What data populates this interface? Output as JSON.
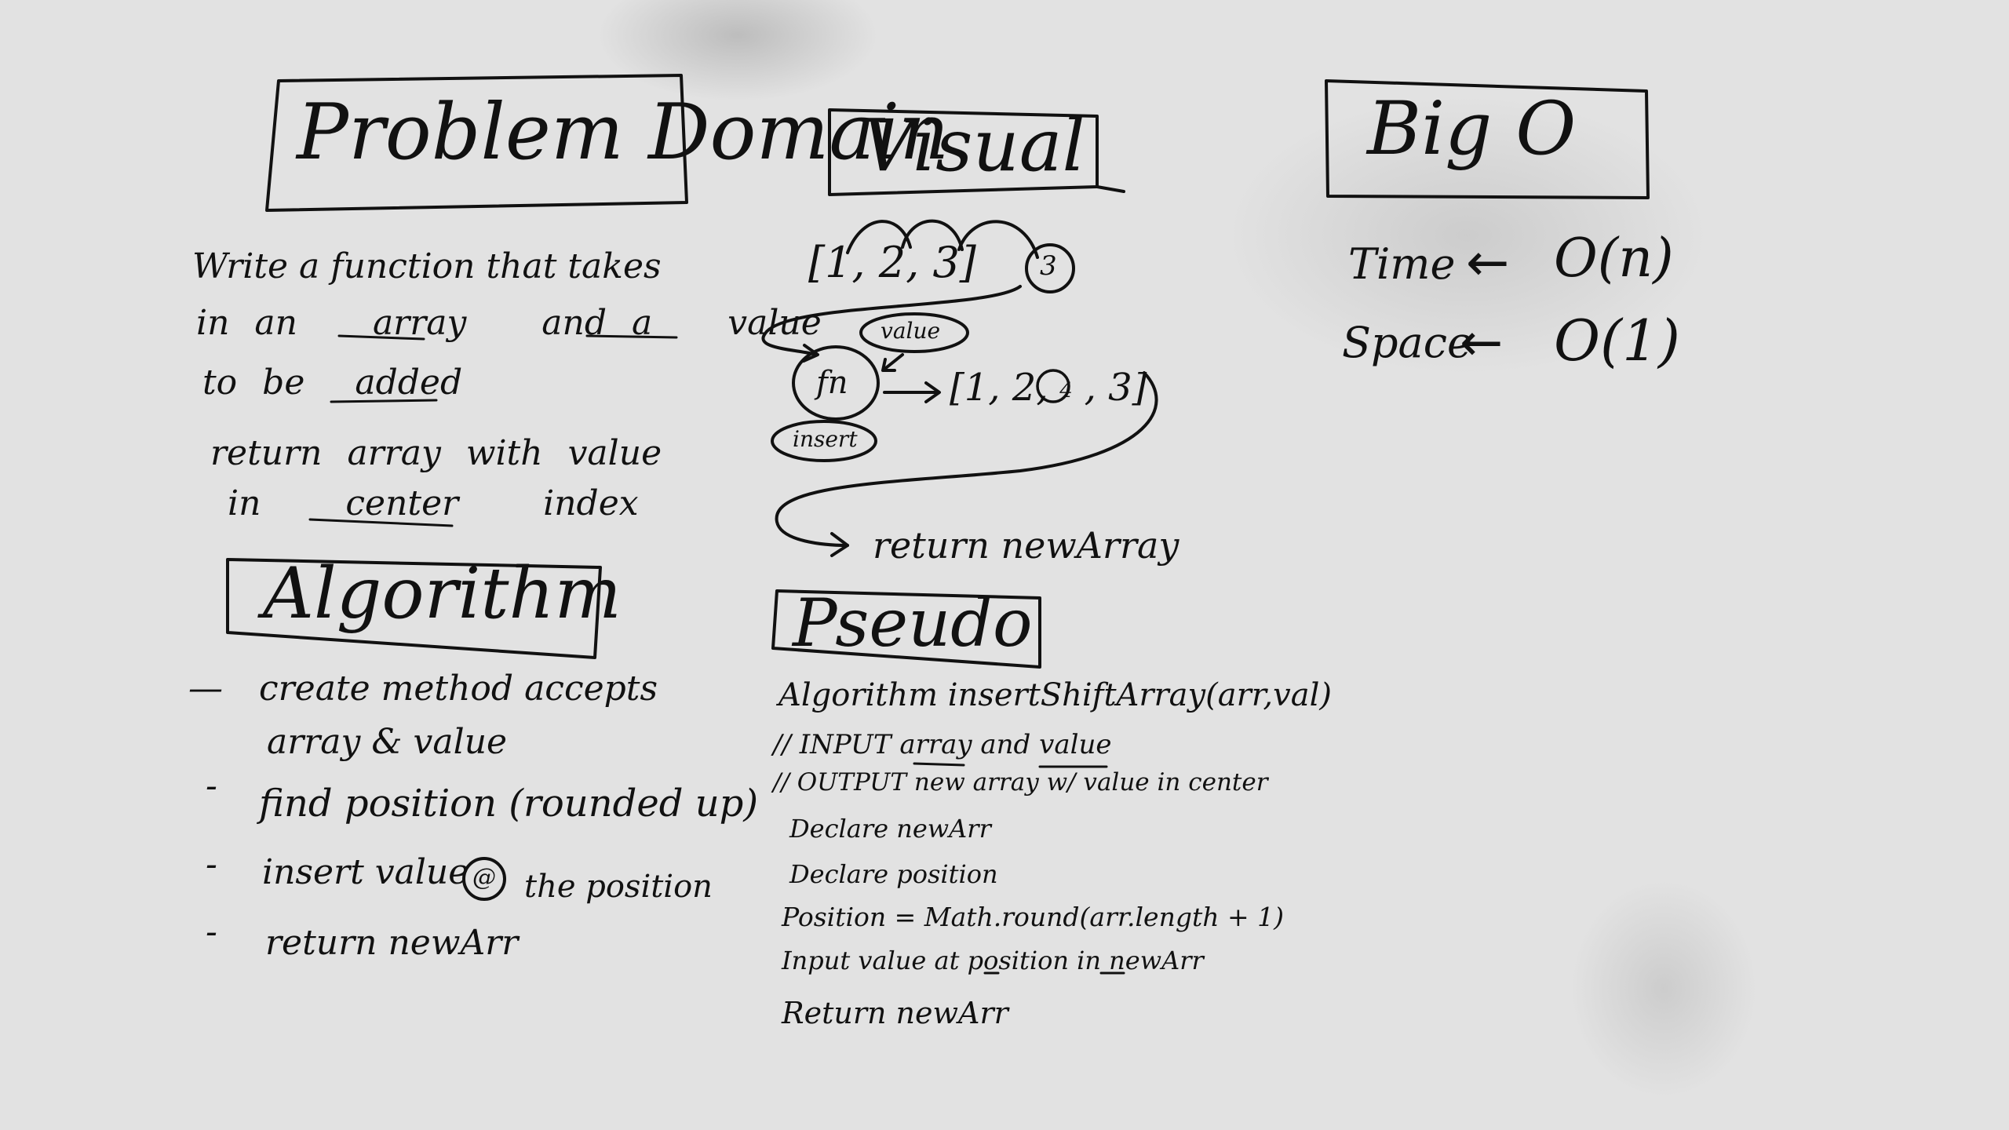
{
  "problem_domain": {
    "title": "Problem Domain",
    "line1": [
      "Write a function that takes"
    ],
    "line2": [
      "in an",
      "array",
      "and a",
      "value"
    ],
    "line3": [
      "to be",
      "added"
    ],
    "line4": [
      "return array with value"
    ],
    "line5": [
      "in",
      "center",
      "index"
    ]
  },
  "algorithm": {
    "title": "Algorithm",
    "steps": [
      "create method accepts",
      "array & value",
      "find position (rounded up)",
      "insert value",
      "@",
      "the position",
      "return newArr"
    ],
    "bullets": [
      "—",
      "-",
      "-",
      "-"
    ]
  },
  "visual": {
    "title": "Visual",
    "input_array": "[1, 2, 3]",
    "input_value": "3",
    "value_label": "value",
    "fn_label": "fn",
    "insert_label": "insert",
    "output_array": "[1, 2, 4, 3]",
    "output_prefix": "[1, 2,",
    "output_circled": "4",
    "output_suffix": ", 3]",
    "return_text": "return newArray"
  },
  "big_o": {
    "title": "Big O",
    "time_label": "Time",
    "time_value": "O(n)",
    "space_label": "Space",
    "space_value": "O(1)",
    "arrow": "←"
  },
  "pseudo": {
    "title": "Pseudo",
    "lines": [
      "Algorithm insertShiftArray(arr,val)",
      "// INPUT array and value",
      "// OUTPUT new array w/ value in center",
      "Declare newArr",
      "Declare position",
      "Position = Math.round(arr.length + 1)",
      "Input value at position in newArr",
      "Return newArr"
    ]
  }
}
